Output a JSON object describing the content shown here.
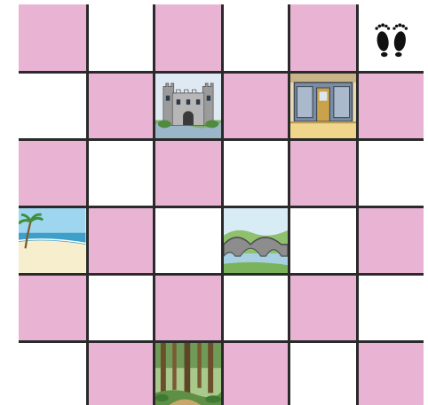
{
  "board": {
    "rows": 6,
    "cols": 6,
    "colors": {
      "pink": "#e9b4d4",
      "white": "#ffffff",
      "grid_line": "#2a2a2a"
    },
    "pattern": [
      [
        "pink",
        "white",
        "pink",
        "white",
        "pink",
        "white"
      ],
      [
        "white",
        "pink",
        "white",
        "pink",
        "white",
        "pink"
      ],
      [
        "pink",
        "white",
        "pink",
        "white",
        "pink",
        "white"
      ],
      [
        "white",
        "pink",
        "white",
        "pink",
        "white",
        "pink"
      ],
      [
        "pink",
        "white",
        "pink",
        "white",
        "pink",
        "white"
      ],
      [
        "white",
        "pink",
        "white",
        "pink",
        "white",
        "pink"
      ]
    ],
    "tiles": [
      {
        "row": 0,
        "col": 5,
        "kind": "footprints-icon"
      },
      {
        "row": 1,
        "col": 2,
        "kind": "castle-picture"
      },
      {
        "row": 1,
        "col": 4,
        "kind": "shop-picture"
      },
      {
        "row": 3,
        "col": 0,
        "kind": "beach-picture"
      },
      {
        "row": 3,
        "col": 3,
        "kind": "bridge-picture"
      },
      {
        "row": 5,
        "col": 2,
        "kind": "forest-picture"
      }
    ]
  }
}
